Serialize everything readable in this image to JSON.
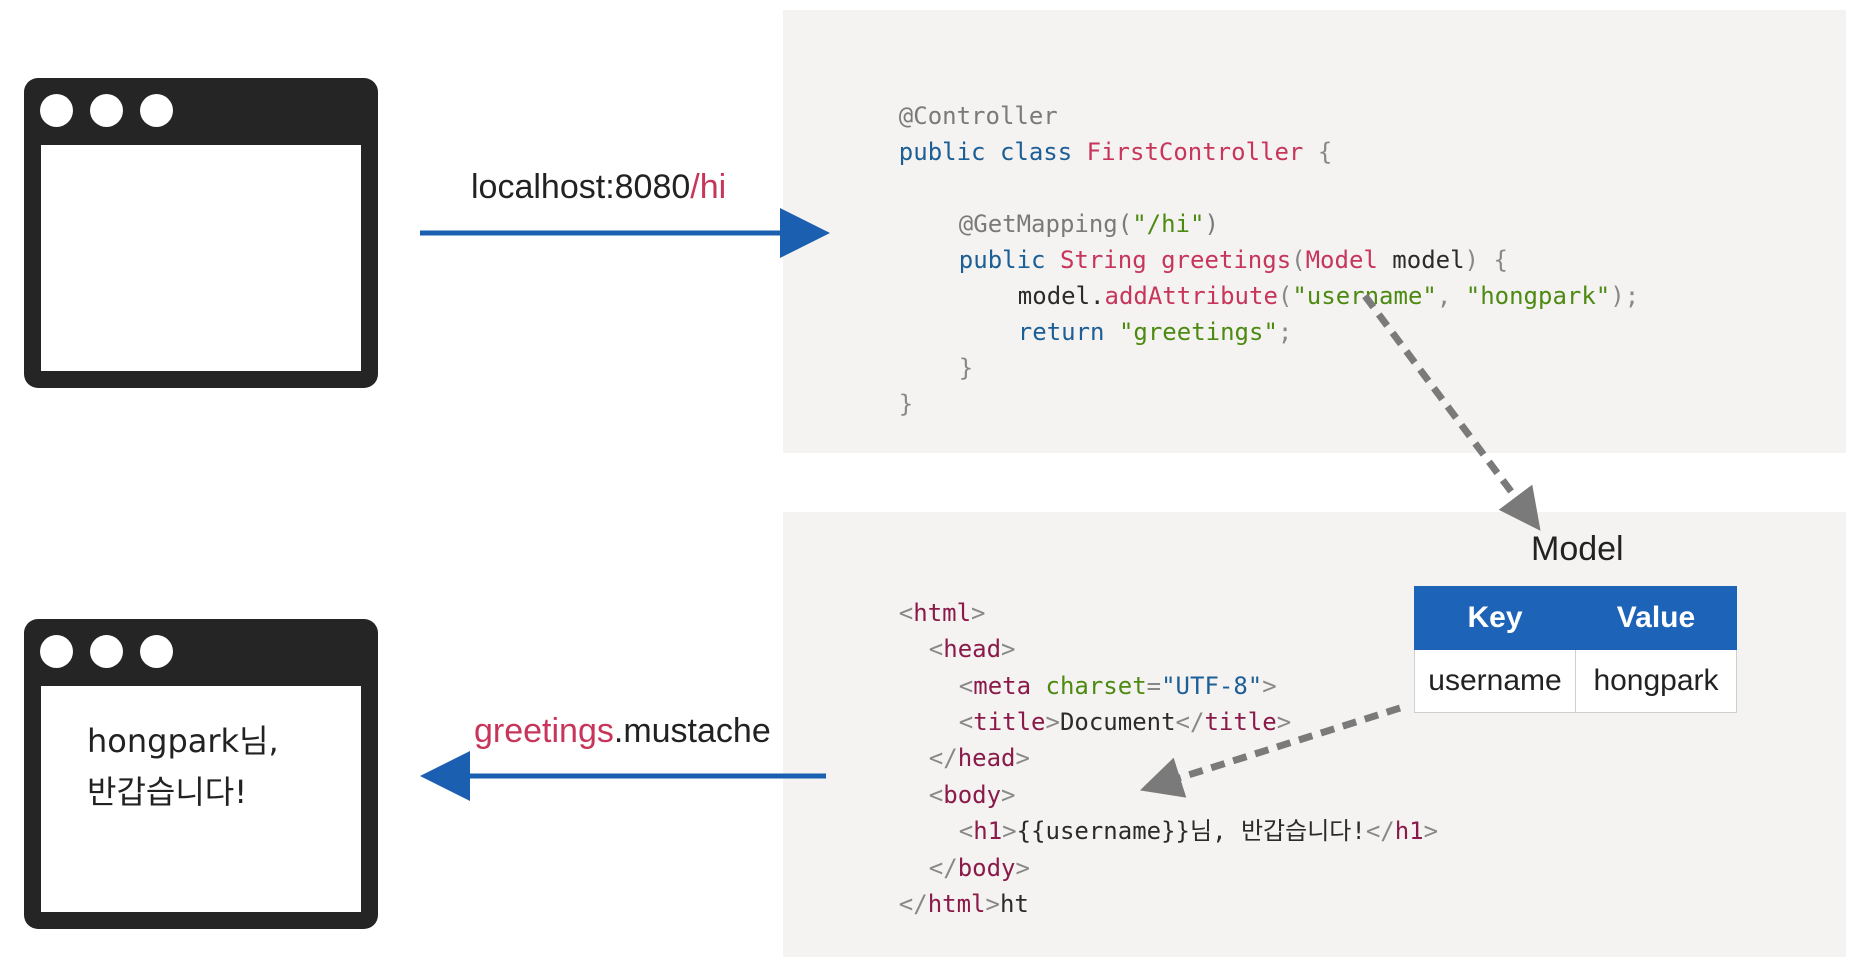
{
  "request_label": {
    "host": "localhost:8080",
    "path": "/hi"
  },
  "response_label": {
    "name": "greetings",
    "ext": ".mustache"
  },
  "controller_code": {
    "l1": "@Controller",
    "l2_kw": "public class ",
    "l2_cls": "FirstController",
    "l2_end": " {",
    "l3_anno": "@GetMapping(",
    "l3_str": "\"/hi\"",
    "l3_end": ")",
    "l4_kw": "public ",
    "l4_type": "String greetings",
    "l4_p1": "(",
    "l4_model": "Model",
    "l4_rest": " model",
    "l4_end": ") {",
    "l5_obj": "model.",
    "l5_method": "addAttribute",
    "l5_p1": "(",
    "l5_s1": "\"username\"",
    "l5_comma": ", ",
    "l5_s2": "\"hongpark\"",
    "l5_end": ");",
    "l6_kw": "return ",
    "l6_str": "\"greetings\"",
    "l6_end": ";",
    "l7": "}",
    "l8": "}"
  },
  "template_code": {
    "t1_lt": "<",
    "t1_tag": "html",
    "t1_gt": ">",
    "t2_tag": "head",
    "t3_tag": "meta",
    "t3_attr": " charset",
    "t3_eq": "=",
    "t3_val": "\"UTF-8\"",
    "t4_tag": "title",
    "t4_text": "Document",
    "t4_close": "</",
    "t5_close": "</",
    "t5_tag": "head",
    "t6_tag": "body",
    "t7_tag": "h1",
    "t7_text": "{{username}}님, 반갑습니다!",
    "t7_close": "</",
    "t8_close": "</",
    "t8_tag": "body",
    "t9_close": "</",
    "t9_tag": "html",
    "t9_tail": "ht"
  },
  "model": {
    "title": "Model",
    "headers": [
      "Key",
      "Value"
    ],
    "rows": [
      [
        "username",
        "hongpark"
      ]
    ]
  },
  "browser_output": {
    "line1": "hongpark님,",
    "line2": "반갑습니다!"
  },
  "colors": {
    "arrow_blue": "#1a5fb0",
    "dash_gray": "#7a7a7a",
    "table_header": "#1d63b8",
    "accent_pink": "#c7355b"
  }
}
